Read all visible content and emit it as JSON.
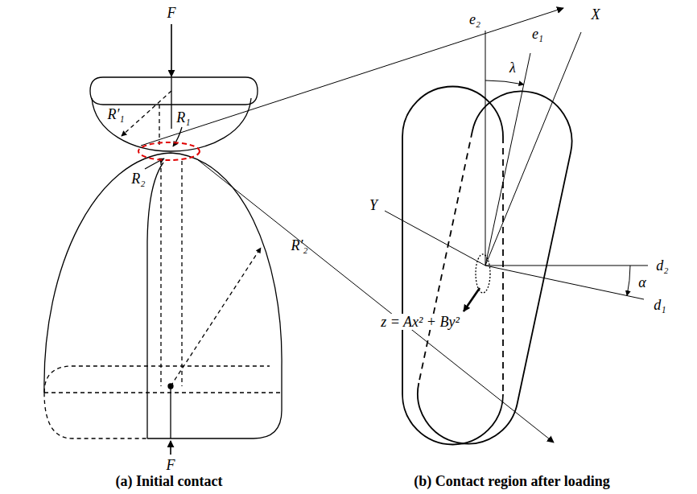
{
  "diagram": {
    "labels": [
      "F",
      "R′₁",
      "R₁",
      "R₂",
      "R′₂",
      "F",
      "(a) Initial contact",
      "X",
      "e₂",
      "e₁",
      "λ",
      "Y",
      "z = Ax² + By²",
      "α",
      "d₂",
      "d₁",
      "(b) Contact region after loading"
    ]
  }
}
